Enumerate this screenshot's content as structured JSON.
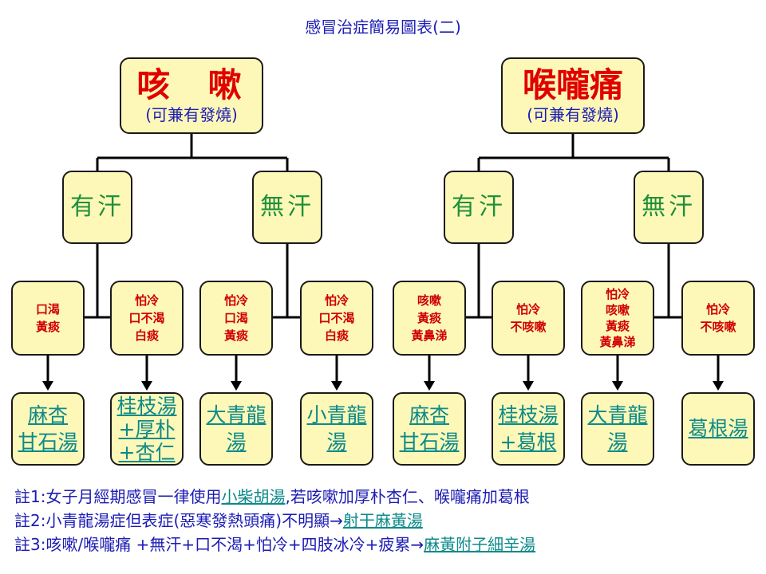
{
  "title": "感冒治症簡易圖表(二)",
  "trees": [
    {
      "root": {
        "name": "咳  嗽",
        "sub": "(可兼有發燒)"
      },
      "branches": [
        {
          "label": "有汗"
        },
        {
          "label": "無汗"
        }
      ],
      "symptoms": [
        {
          "lines": [
            "口渴",
            "黃痰"
          ]
        },
        {
          "lines": [
            "怕冷",
            "口不渴",
            "白痰"
          ]
        },
        {
          "lines": [
            "怕冷",
            "口渴",
            "黃痰"
          ]
        },
        {
          "lines": [
            "怕冷",
            "口不渴",
            "白痰"
          ]
        }
      ],
      "remedies": [
        {
          "lines": [
            "麻杏",
            "甘石湯"
          ]
        },
        {
          "lines": [
            "桂枝湯",
            "+厚朴",
            "+杏仁"
          ]
        },
        {
          "lines": [
            "大青龍",
            "湯"
          ]
        },
        {
          "lines": [
            "小青龍",
            "湯"
          ]
        }
      ]
    },
    {
      "root": {
        "name": "喉嚨痛",
        "sub": "(可兼有發燒)"
      },
      "branches": [
        {
          "label": "有汗"
        },
        {
          "label": "無汗"
        }
      ],
      "symptoms": [
        {
          "lines": [
            "咳嗽",
            "黃痰",
            "黃鼻涕"
          ]
        },
        {
          "lines": [
            "怕冷",
            "不咳嗽"
          ]
        },
        {
          "lines": [
            "怕冷",
            "咳嗽",
            "黃痰",
            "黃鼻涕"
          ]
        },
        {
          "lines": [
            "怕冷",
            "不咳嗽"
          ]
        }
      ],
      "remedies": [
        {
          "lines": [
            "麻杏",
            "甘石湯"
          ]
        },
        {
          "lines": [
            "桂枝湯",
            "+葛根"
          ]
        },
        {
          "lines": [
            "大青龍",
            "湯"
          ]
        },
        {
          "lines": [
            "葛根湯"
          ]
        }
      ]
    }
  ],
  "notes": [
    {
      "prefix": "註1:女子月經期感冒一律使用",
      "link": "小柴胡湯",
      "suffix": ",若咳嗽加厚朴杏仁、喉嚨痛加葛根"
    },
    {
      "prefix": "註2:小青龍湯症但表症(惡寒發熱頭痛)不明顯→",
      "link": "射干麻黃湯",
      "suffix": ""
    },
    {
      "prefix": "註3:咳嗽/喉嚨痛 +無汗+口不渴+怕冷+四肢冰冷+疲累→",
      "link": "麻黃附子細辛湯",
      "suffix": ""
    }
  ],
  "colors": {
    "box_fill": "#fdf8b8",
    "root_text": "#e00000",
    "branch_text": "#1f8f3a",
    "symptom_text": "#d00000",
    "remedy_text": "#0d8a8a",
    "title_text": "#1c1cb4"
  }
}
